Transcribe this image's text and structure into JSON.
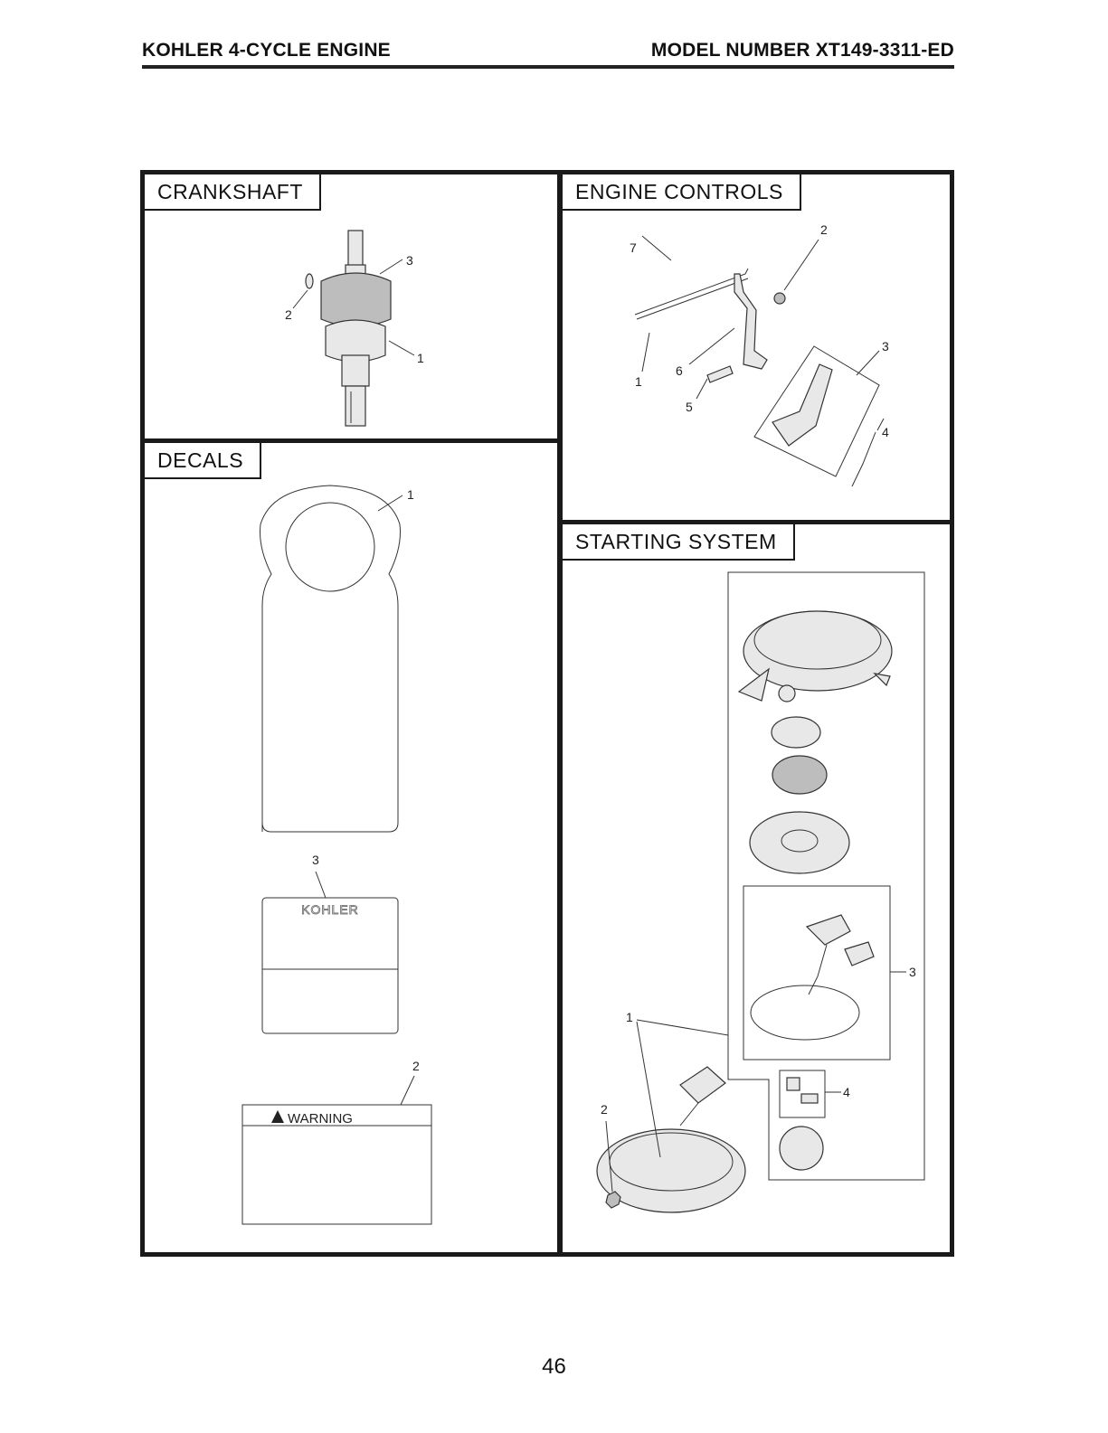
{
  "header": {
    "left": "KOHLER 4-CYCLE ENGINE",
    "right": "MODEL NUMBER XT149-3311-ED"
  },
  "sections": {
    "crankshaft": {
      "title": "CRANKSHAFT",
      "callouts": [
        "1",
        "2",
        "3"
      ]
    },
    "decals": {
      "title": "DECALS",
      "callouts": [
        "1",
        "2",
        "3"
      ],
      "kohler_logo_text": "KOHLER",
      "warning_text": "WARNING"
    },
    "engine_controls": {
      "title": "ENGINE CONTROLS",
      "callouts": [
        "1",
        "2",
        "3",
        "4",
        "5",
        "6",
        "7"
      ]
    },
    "starting_system": {
      "title": "STARTING SYSTEM",
      "callouts": [
        "1",
        "2",
        "3",
        "4"
      ]
    }
  },
  "footer": {
    "page_number": "46"
  }
}
